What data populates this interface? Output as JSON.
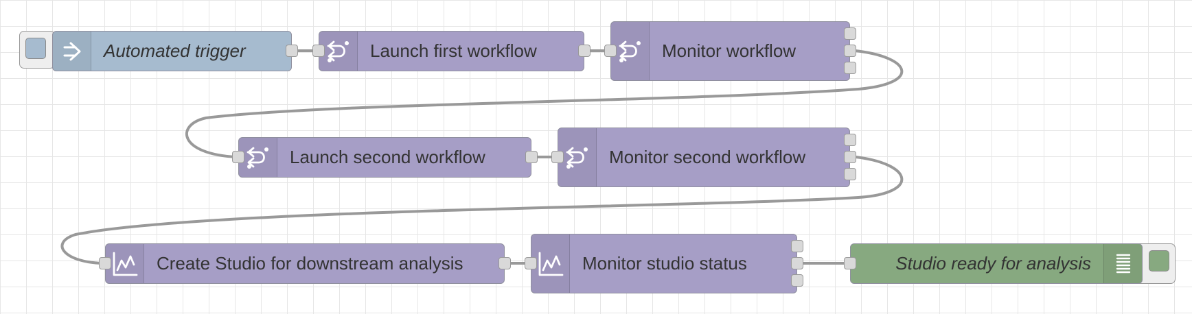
{
  "canvas": {
    "grid_color": "#e6e6e6",
    "wire_color": "#999999"
  },
  "colors": {
    "workflow_node": "#a69ec6",
    "inject_node": "#a6bbcf",
    "debug_node": "#87a980",
    "port": "#d9d9d9"
  },
  "nodes": {
    "automated_trigger": {
      "label": "Automated trigger",
      "icon": "arrow-right-icon",
      "type": "inject"
    },
    "launch_first": {
      "label": "Launch first workflow",
      "icon": "workflow-icon",
      "type": "workflow"
    },
    "monitor_first": {
      "label": "Monitor workflow",
      "icon": "workflow-icon",
      "type": "workflow"
    },
    "launch_second": {
      "label": "Launch second workflow",
      "icon": "workflow-icon",
      "type": "workflow"
    },
    "monitor_second": {
      "label": "Monitor second workflow",
      "icon": "workflow-icon",
      "type": "workflow"
    },
    "create_studio": {
      "label": "Create Studio for downstream analysis",
      "icon": "chart-icon",
      "type": "studio"
    },
    "monitor_studio": {
      "label": "Monitor studio status",
      "icon": "chart-icon",
      "type": "studio"
    },
    "studio_ready": {
      "label": "Studio ready for analysis",
      "icon": "list-icon",
      "type": "debug"
    }
  }
}
